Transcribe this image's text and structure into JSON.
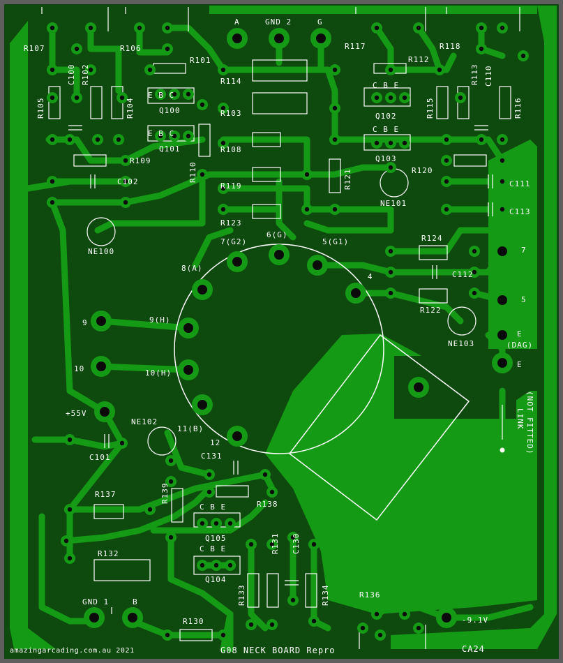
{
  "colors": {
    "border": "#5f5f5f",
    "board": "#0e4a0e",
    "copper": "#159a15",
    "silk": "#ffffff",
    "pad": "#0b0b0b"
  },
  "board": {
    "footer_left": "amazingarcading.com.au 2021",
    "footer_center": "G08 NECK BOARD Repro",
    "footer_right": "CA24"
  },
  "labels": {
    "r107": "R107",
    "r106": "R106",
    "r101": "R101",
    "r114": "R114",
    "a": "A",
    "gnd2": "GND 2",
    "g": "G",
    "r117": "R117",
    "r118": "R118",
    "r112": "R112",
    "r113": "R113",
    "c110": "C110",
    "c100": "C100",
    "r102": "R102",
    "r105": "R105",
    "r104": "R104",
    "q100": "Q100",
    "q101": "Q101",
    "q102": "Q102",
    "q103": "Q103",
    "r103": "R103",
    "r108": "R108",
    "r109": "R109",
    "r110": "R110",
    "c102": "C102",
    "r119": "R119",
    "r121": "R121",
    "r120": "R120",
    "r115": "R115",
    "r116": "R116",
    "c111": "C111",
    "c113": "C113",
    "ne101": "NE101",
    "r123": "R123",
    "ne100": "NE100",
    "pin7g2": "7(G2)",
    "pin6g": "6(G)",
    "pin5g1": "5(G1)",
    "pin8a": "8(A)",
    "pin4": "4",
    "r124": "R124",
    "c112": "C112",
    "r122": "R122",
    "t7": "7",
    "t5": "5",
    "e_dag": "E",
    "dag": "(DAG)",
    "e": "E",
    "t9": "9",
    "pin9h": "9(H)",
    "t10": "10",
    "pin10h": "10(H)",
    "ne103": "NE103",
    "link": "LINK",
    "not_fitted": "(NOT FITTED)",
    "p55v": "+55V",
    "ne102": "NE102",
    "pin11b": "11(B)",
    "pin12": "12",
    "c101": "C101",
    "c131": "C131",
    "r137": "R137",
    "r139": "R139",
    "r138": "R138",
    "q105": "Q105",
    "q104": "Q104",
    "r132": "R132",
    "r131": "R131",
    "c130": "C130",
    "r133": "R133",
    "r134": "R134",
    "r136": "R136",
    "gnd1": "GND 1",
    "b": "B",
    "r130": "R130",
    "v91": "-9.1V",
    "cbe": "C B E",
    "e_b_c": "E B C"
  }
}
